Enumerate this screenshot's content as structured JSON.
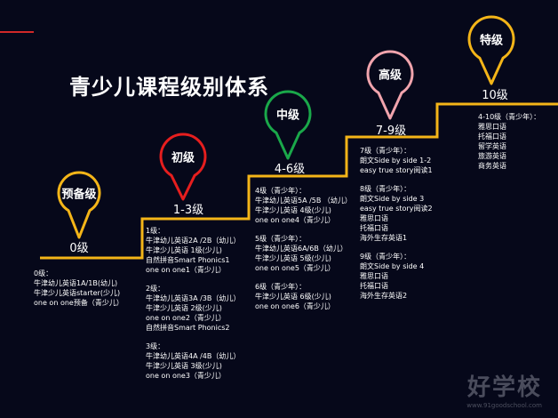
{
  "title": "青少儿课程级别体系",
  "colors": {
    "background": "#06081a",
    "stair_line": "#f4b518",
    "accent_line": "#d12828",
    "pin_yellow": "#f4b518",
    "pin_red": "#e61e1e",
    "pin_green": "#1aa84a",
    "pin_pink": "#f1a4ad",
    "pin_gold": "#f4b518"
  },
  "levels": [
    {
      "name": "预备级",
      "range": "0级",
      "pin_color": "#f4b518",
      "lines": [
        "0级：",
        "牛津幼儿英语1A/1B(幼儿)",
        "牛津少儿英语starter(少儿)",
        "one on one预备（青少儿）"
      ]
    },
    {
      "name": "初级",
      "range": "1-3级",
      "pin_color": "#e61e1e",
      "lines": [
        "1级：",
        "牛津幼儿英语2A /2B（幼儿）",
        "牛津少儿英语 1级(少儿)",
        "自然拼音Smart Phonics1",
        "one on one1（青少儿）",
        "",
        "2级：",
        "牛津幼儿英语3A /3B（幼儿）",
        "牛津少儿英语 2级(少儿)",
        "one on one2（青少儿）",
        "自然拼音Smart Phonics2",
        "",
        "3级：",
        "牛津幼儿英语4A /4B（幼儿）",
        "牛津少儿英语 3级(少儿)",
        "one on one3（青少儿）"
      ]
    },
    {
      "name": "中级",
      "range": "4-6级",
      "pin_color": "#1aa84a",
      "lines": [
        "4级（青少年）：",
        "牛津幼儿英语5A /5B （幼儿）",
        "牛津少儿英语 4级(少儿)",
        "one on one4（青少儿）",
        "",
        "5级（青少年）：",
        "牛津幼儿英语6A/6B（幼儿）",
        "牛津少儿英语 5级(少儿)",
        "one on one5（青少儿）",
        "",
        "6级（青少年）：",
        "牛津少儿英语 6级(少儿)",
        "one on one6（青少儿）"
      ]
    },
    {
      "name": "高级",
      "range": "7-9级",
      "pin_color": "#f1a4ad",
      "lines": [
        "7级（青少年）：",
        "朗文Side by side 1-2",
        "easy true story阅读1",
        "",
        "8级（青少年）：",
        "朗文Side by side 3",
        "easy true story阅读2",
        "雅思口语",
        "托福口语",
        "海外生存英语1",
        "",
        "9级（青少年）：",
        "朗文Side by side 4",
        "雅思口语",
        "托福口语",
        "海外生存英语2"
      ]
    },
    {
      "name": "特级",
      "range": "10级",
      "pin_color": "#f4b518",
      "lines": [
        "4-10级（青少年）：",
        "雅思口语",
        "托福口语",
        "留学英语",
        "旅游英语",
        "商务英语"
      ]
    }
  ],
  "watermark": {
    "logo": "好学校",
    "url": "www.91goodschool.com"
  }
}
